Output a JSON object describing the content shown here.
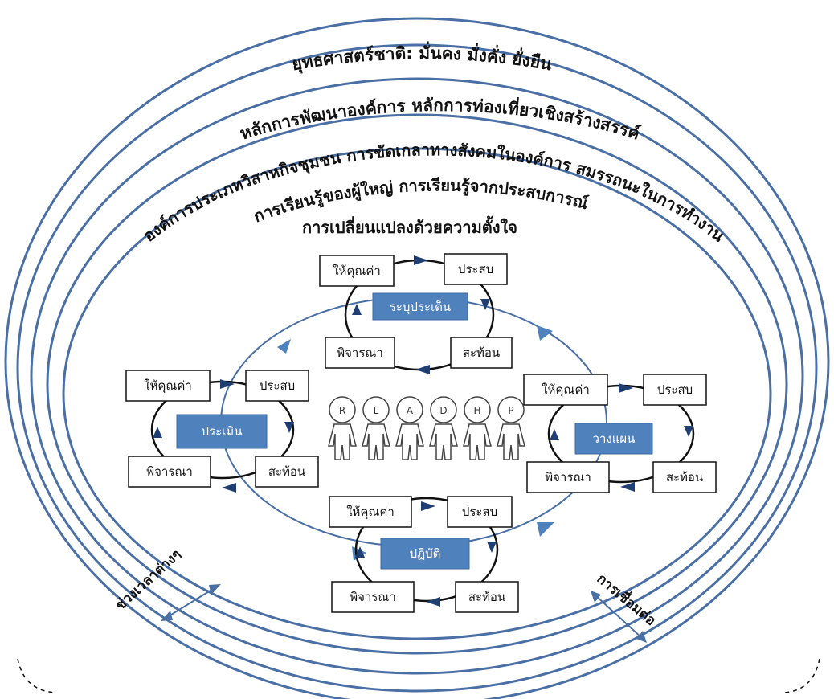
{
  "rings": {
    "ring1": "ยุทธศาสตร์ชาติ: มั่นคง มั่งคั่ง ยั่งยืน",
    "ring2": "หลักการพัฒนาองค์การ   หลักการท่องเที่ยวเชิงสร้างสรรค์",
    "ring3": "องค์การประเภทวิสาหกิจชุมชน   การขัดเกลาทางสังคมในองค์การ   สมรรถนะในการทำงาน",
    "ring4_line1": "การเรียนรู้ของผู้ใหญ่ การเรียนรู้จากประสบการณ์",
    "ring4_line2": "การเปลี่ยนแปลงด้วยความตั้งใจ"
  },
  "cycles": {
    "top": {
      "core": "ระบุประเด็น",
      "value": "ให้คุณค่า",
      "experience": "ประสบ",
      "reflect": "สะท้อน",
      "consider": "พิจารณา"
    },
    "left": {
      "core": "ประเมิน",
      "value": "ให้คุณค่า",
      "experience": "ประสบ",
      "reflect": "สะท้อน",
      "consider": "พิจารณา"
    },
    "right": {
      "core": "วางแผน",
      "value": "ให้คุณค่า",
      "experience": "ประสบ",
      "reflect": "สะท้อน",
      "consider": "พิจารณา"
    },
    "bottom": {
      "core": "ปฏิบัติ",
      "value": "ให้คุณค่า",
      "experience": "ประสบ",
      "reflect": "สะท้อน",
      "consider": "พิจารณา"
    }
  },
  "people": [
    "R",
    "L",
    "A",
    "D",
    "H",
    "P"
  ],
  "side_labels": {
    "left": "ช่วงเวลาต่างๆ",
    "right": "การเชื่อมต่อ"
  }
}
